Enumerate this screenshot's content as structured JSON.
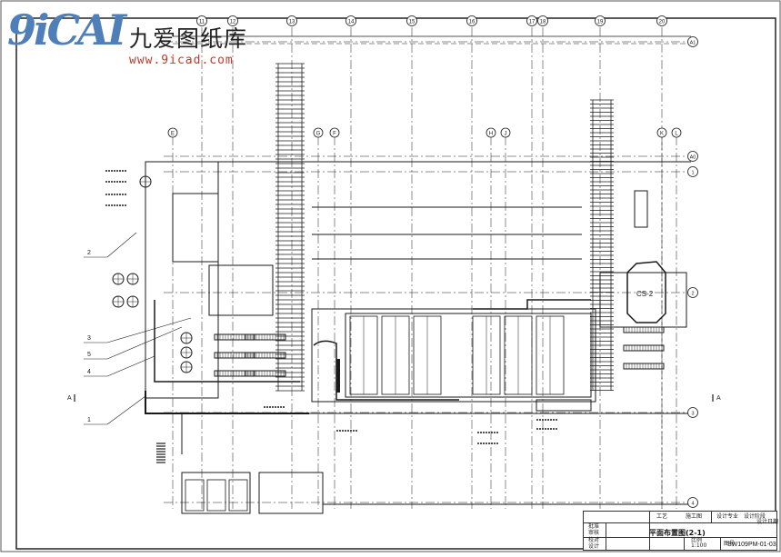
{
  "logo": {
    "mark": "9iCAI",
    "title": "九爱图纸库",
    "url": "www.9icad.com"
  },
  "grid_top": [
    "11",
    "12",
    "13",
    "14",
    "15",
    "16",
    "17",
    "18",
    "19",
    "20"
  ],
  "grid_mid": [
    "E",
    "G",
    "F",
    "H",
    "J",
    "K",
    "L"
  ],
  "grid_right": [
    "A1",
    "A0",
    "1",
    "2",
    "3",
    "4"
  ],
  "callouts": [
    "1",
    "2",
    "3",
    "4",
    "5"
  ],
  "section_marks": {
    "left": "A",
    "right": "A"
  },
  "equipment_label": "CS-2",
  "title_block": {
    "drawing_name": "平面布置图(2-1)",
    "drawing_number": "SW109PM-01-03",
    "cells": [
      "设计专业",
      "设计阶段",
      "工艺",
      "施工图",
      "设计日期",
      "批准",
      "审核",
      "校对",
      "设计",
      "1:100",
      "比例",
      "图号"
    ]
  },
  "colors": {
    "line": "#1a1a1a",
    "logo_blue": "#4f7fb8",
    "logo_red": "#c0392b"
  }
}
